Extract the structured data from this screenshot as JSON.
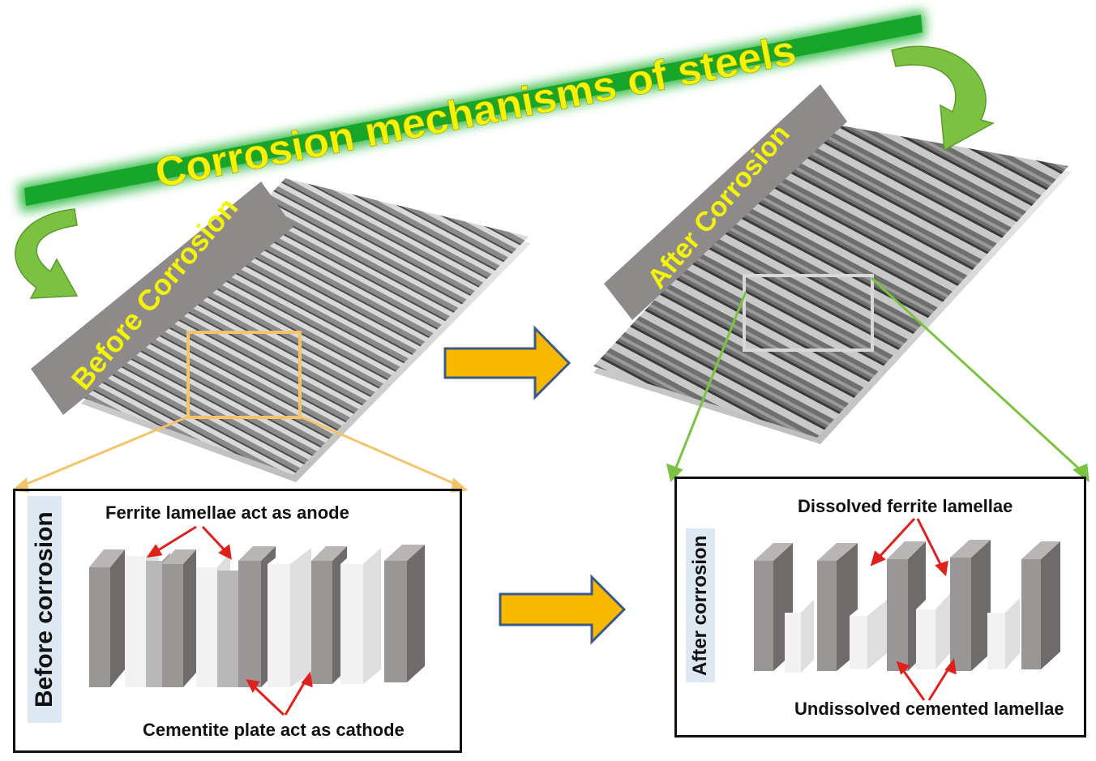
{
  "title": "Corrosion mechanisms of steels",
  "before_banner": "Before Corrosion",
  "after_banner": "After Corrosion",
  "before_panel": {
    "side_label": "Before corrosion",
    "top_annotation": "Ferrite lamellae act as anode",
    "bottom_annotation": "Cementite plate act as cathode"
  },
  "after_panel": {
    "side_label": "After corrosion",
    "top_annotation": "Dissolved ferrite lamellae",
    "bottom_annotation": "Undissolved cemented lamellae"
  },
  "colors": {
    "title_band": "#1fb233",
    "title_text": "#f2f20a",
    "banner": "#8f8a8a",
    "arrow_fill": "#f9b800",
    "arrow_stroke": "#3b5a8a",
    "curved_arrow": "#7cc242",
    "before_zoom": "#f5c46a",
    "after_zoom": "#7cc242",
    "annotation_arrow": "#e0201a"
  }
}
